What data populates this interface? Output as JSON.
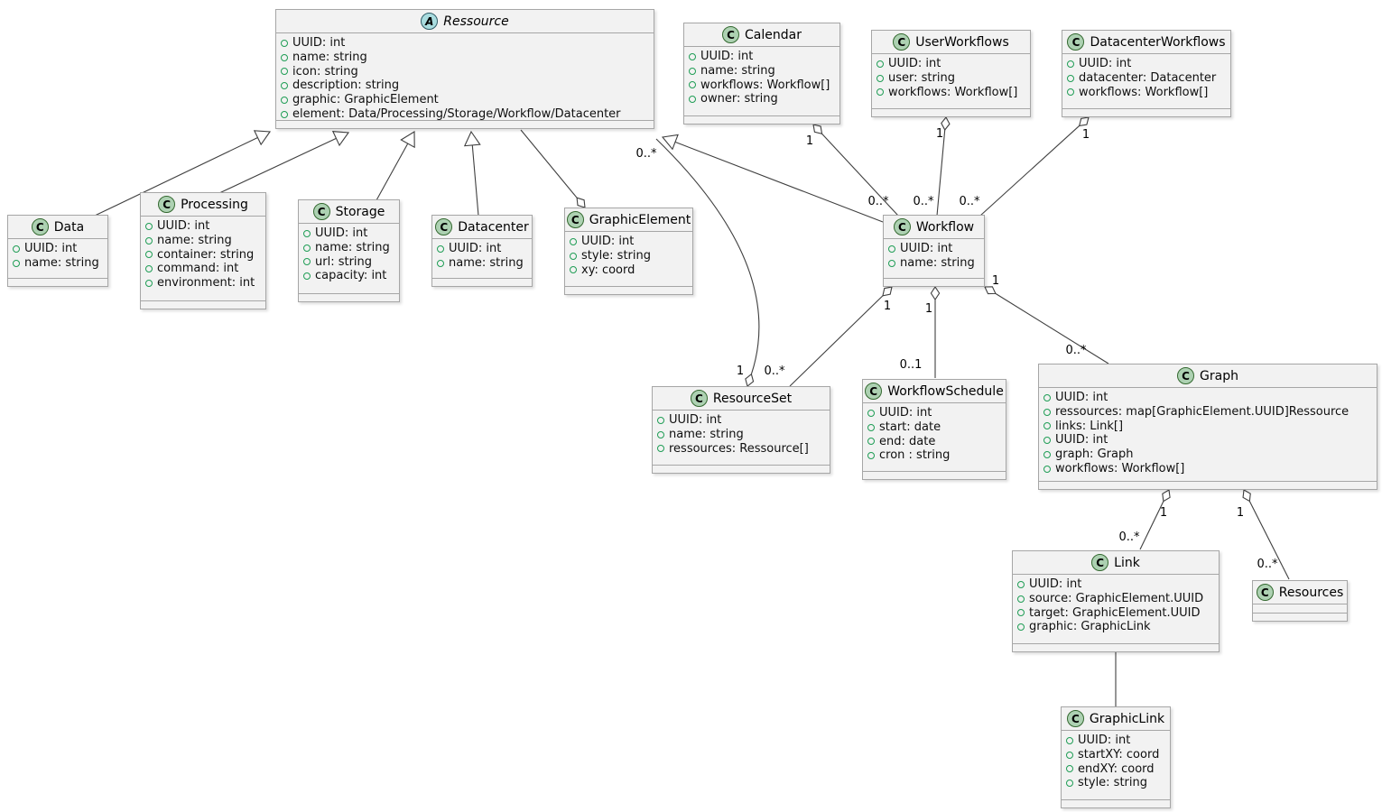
{
  "diagram": {
    "kind": "uml-class-diagram",
    "colors": {
      "box_background": "#f2f2f2",
      "box_border": "#a6a6a6",
      "class_icon": "#ADD1B2",
      "abstract_icon": "#A9DCDF",
      "field_dot": "#1f9d55",
      "edge": "#3f3f3f"
    },
    "classes": [
      {
        "name": "Ressource",
        "kind": "abstract",
        "icon_letter": "A",
        "attributes": [
          "UUID: int",
          "name: string",
          "icon: string",
          "description: string",
          "graphic: GraphicElement",
          "element: Data/Processing/Storage/Workflow/Datacenter"
        ]
      },
      {
        "name": "Data",
        "kind": "class",
        "icon_letter": "C",
        "attributes": [
          "UUID: int",
          "name: string"
        ]
      },
      {
        "name": "Processing",
        "kind": "class",
        "icon_letter": "C",
        "attributes": [
          "UUID: int",
          "name: string",
          "container: string",
          "command: int",
          "environment: int"
        ]
      },
      {
        "name": "Storage",
        "kind": "class",
        "icon_letter": "C",
        "attributes": [
          "UUID: int",
          "name: string",
          "url: string",
          "capacity: int"
        ]
      },
      {
        "name": "Datacenter",
        "kind": "class",
        "icon_letter": "C",
        "attributes": [
          "UUID: int",
          "name: string"
        ]
      },
      {
        "name": "GraphicElement",
        "kind": "class",
        "icon_letter": "C",
        "attributes": [
          "UUID: int",
          "style: string",
          "xy: coord"
        ]
      },
      {
        "name": "Calendar",
        "kind": "class",
        "icon_letter": "C",
        "attributes": [
          "UUID: int",
          "name: string",
          "workflows: Workflow[]",
          "owner: string"
        ]
      },
      {
        "name": "UserWorkflows",
        "kind": "class",
        "icon_letter": "C",
        "attributes": [
          "UUID: int",
          "user: string",
          "workflows: Workflow[]"
        ]
      },
      {
        "name": "DatacenterWorkflows",
        "kind": "class",
        "icon_letter": "C",
        "attributes": [
          "UUID: int",
          "datacenter: Datacenter",
          "workflows: Workflow[]"
        ]
      },
      {
        "name": "Workflow",
        "kind": "class",
        "icon_letter": "C",
        "attributes": [
          "UUID: int",
          "name: string"
        ]
      },
      {
        "name": "ResourceSet",
        "kind": "class",
        "icon_letter": "C",
        "attributes": [
          "UUID: int",
          "name: string",
          "ressources: Ressource[]"
        ]
      },
      {
        "name": "WorkflowSchedule",
        "kind": "class",
        "icon_letter": "C",
        "attributes": [
          "UUID: int",
          "start: date",
          "end: date",
          "cron : string"
        ]
      },
      {
        "name": "Graph",
        "kind": "class",
        "icon_letter": "C",
        "attributes": [
          "UUID: int",
          "ressources: map[GraphicElement.UUID]Ressource",
          "links: Link[]",
          "UUID: int",
          "graph: Graph",
          "workflows: Workflow[]"
        ]
      },
      {
        "name": "Link",
        "kind": "class",
        "icon_letter": "C",
        "attributes": [
          "UUID: int",
          "source: GraphicElement.UUID",
          "target: GraphicElement.UUID",
          "graphic: GraphicLink"
        ]
      },
      {
        "name": "Resources",
        "kind": "class",
        "icon_letter": "C",
        "attributes": []
      },
      {
        "name": "GraphicLink",
        "kind": "class",
        "icon_letter": "C",
        "attributes": [
          "UUID: int",
          "startXY: coord",
          "endXY: coord",
          "style: string"
        ]
      }
    ],
    "relationships": [
      {
        "type": "extends",
        "child": "Data",
        "parent": "Ressource"
      },
      {
        "type": "extends",
        "child": "Processing",
        "parent": "Ressource"
      },
      {
        "type": "extends",
        "child": "Storage",
        "parent": "Ressource"
      },
      {
        "type": "extends",
        "child": "Datacenter",
        "parent": "Ressource"
      },
      {
        "type": "extends",
        "child": "Workflow",
        "parent": "Ressource"
      },
      {
        "type": "aggregation",
        "owner": "GraphicElement",
        "part": "Ressource"
      },
      {
        "type": "aggregation",
        "owner": "ResourceSet",
        "part": "Ressource",
        "owner_label": "1",
        "part_label": "0..*"
      },
      {
        "type": "aggregation",
        "owner": "Calendar",
        "part": "Workflow",
        "owner_label": "1",
        "part_label": "0..*"
      },
      {
        "type": "aggregation",
        "owner": "UserWorkflows",
        "part": "Workflow",
        "owner_label": "1",
        "part_label": "0..*"
      },
      {
        "type": "aggregation",
        "owner": "DatacenterWorkflows",
        "part": "Workflow",
        "owner_label": "1",
        "part_label": "0..*"
      },
      {
        "type": "aggregation",
        "owner": "Workflow",
        "part": "ResourceSet",
        "owner_label": "1",
        "part_label": "0..*"
      },
      {
        "type": "aggregation",
        "owner": "Workflow",
        "part": "WorkflowSchedule",
        "owner_label": "1",
        "part_label": "0..1"
      },
      {
        "type": "aggregation",
        "owner": "Workflow",
        "part": "Graph",
        "owner_label": "1",
        "part_label": "0..*"
      },
      {
        "type": "aggregation",
        "owner": "Graph",
        "part": "Link",
        "owner_label": "1",
        "part_label": "0..*"
      },
      {
        "type": "aggregation",
        "owner": "Graph",
        "part": "Resources",
        "owner_label": "1",
        "part_label": "0..*"
      },
      {
        "type": "association",
        "a": "Link",
        "b": "GraphicLink"
      }
    ]
  }
}
